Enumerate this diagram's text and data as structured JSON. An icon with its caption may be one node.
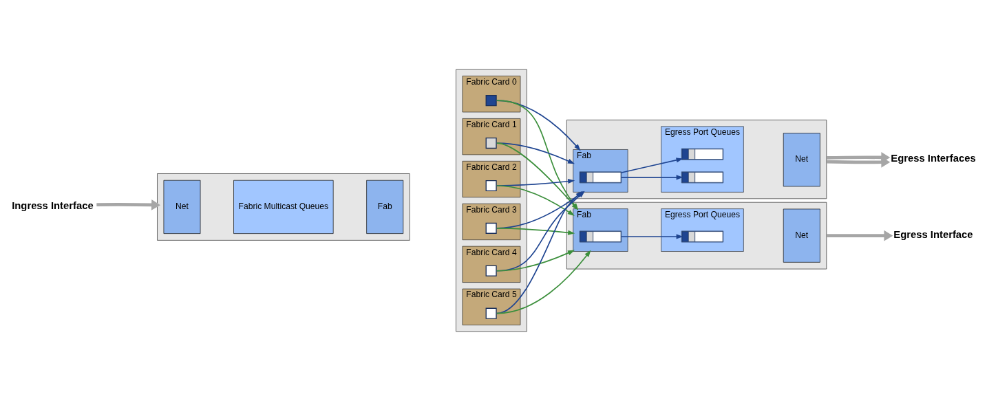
{
  "diagram": {
    "nodes": [
      {
        "text": [],
        "shape": "box"
      },
      {
        "text": [
          "Net"
        ],
        "in": 0
      },
      {
        "text": [
          "Fabric Multicast Queues"
        ],
        "in": 0
      },
      {
        "text": [
          "Fab"
        ],
        "in": 0
      },
      {
        "text": [],
        "shape": "box"
      },
      {
        "text": [
          "Fabric Card 0"
        ],
        "in": 4
      },
      {
        "text": [
          "Fabric Card 1"
        ],
        "in": 4
      },
      {
        "text": [
          "Fabric Card 2"
        ],
        "in": 4
      },
      {
        "text": [
          "Fabric Card 3"
        ],
        "in": 4
      },
      {
        "text": [
          "Fabric Card 4"
        ],
        "in": 4
      },
      {
        "text": [
          "Fabric Card 5"
        ],
        "in": 4
      },
      {
        "text": [],
        "shape": "box",
        "in": 5
      },
      {
        "text": [],
        "shape": "box",
        "in": 6
      },
      {
        "text": [],
        "shape": "box",
        "in": 7
      },
      {
        "text": [],
        "shape": "box",
        "in": 8
      },
      {
        "text": [],
        "shape": "box",
        "in": 9
      },
      {
        "text": [],
        "shape": "box",
        "in": 10
      },
      {
        "text": [],
        "shape": "box"
      },
      {
        "text": [
          "Fab"
        ],
        "in": 17
      },
      {
        "text": [],
        "shape": "bar",
        "in": 18
      },
      {
        "text": [
          "Egress Port Queues"
        ],
        "in": 17
      },
      {
        "text": [],
        "shape": "bar",
        "in": 20
      },
      {
        "text": [],
        "shape": "bar",
        "in": 20
      },
      {
        "text": [
          "Net"
        ],
        "in": 17
      },
      {
        "text": [],
        "shape": "box"
      },
      {
        "text": [
          "Fab"
        ],
        "in": 24
      },
      {
        "text": [],
        "shape": "bar",
        "in": 25
      },
      {
        "text": [
          "Egress Port Queues"
        ],
        "in": 24
      },
      {
        "text": [],
        "shape": "bar",
        "in": 27
      },
      {
        "text": [
          "Net"
        ],
        "in": 24
      },
      {
        "text": [
          "Ingress Interface"
        ]
      },
      {
        "text": [
          "Egress Interfaces"
        ]
      },
      {
        "text": [
          "Egress Interface"
        ]
      }
    ],
    "edges": [
      {
        "from": 30,
        "to": 0,
        "arrow": "to",
        "style": "thick",
        "color": "#a6a6a6"
      },
      {
        "from": 11,
        "to": 18,
        "arrow": "to"
      },
      {
        "from": 11,
        "to": 25,
        "arrow": "to",
        "color": "#3c8f3c"
      },
      {
        "from": 12,
        "to": 18,
        "arrow": "to"
      },
      {
        "from": 12,
        "to": 25,
        "arrow": "to",
        "color": "#3c8f3c"
      },
      {
        "from": 13,
        "to": 18,
        "arrow": "to"
      },
      {
        "from": 13,
        "to": 25,
        "arrow": "to",
        "color": "#3c8f3c"
      },
      {
        "from": 14,
        "to": 18,
        "arrow": "to"
      },
      {
        "from": 14,
        "to": 25,
        "arrow": "to",
        "color": "#3c8f3c"
      },
      {
        "from": 15,
        "to": 18,
        "arrow": "to"
      },
      {
        "from": 15,
        "to": 25,
        "arrow": "to",
        "color": "#3c8f3c"
      },
      {
        "from": 16,
        "to": 18,
        "arrow": "to"
      },
      {
        "from": 16,
        "to": 25,
        "arrow": "to",
        "color": "#3c8f3c"
      },
      {
        "from": 19,
        "to": 21,
        "arrow": "to"
      },
      {
        "from": 19,
        "to": 22,
        "arrow": "to"
      },
      {
        "from": 26,
        "to": 28,
        "arrow": "to"
      },
      {
        "from": 17,
        "to": 31,
        "arrow": "to",
        "style": "thick",
        "color": "#a6a6a6"
      },
      {
        "from": 17,
        "to": 31,
        "arrow": "to",
        "style": "thick",
        "color": "#a6a6a6"
      },
      {
        "from": 24,
        "to": 32,
        "arrow": "to",
        "style": "thick",
        "color": "#a6a6a6"
      }
    ]
  }
}
